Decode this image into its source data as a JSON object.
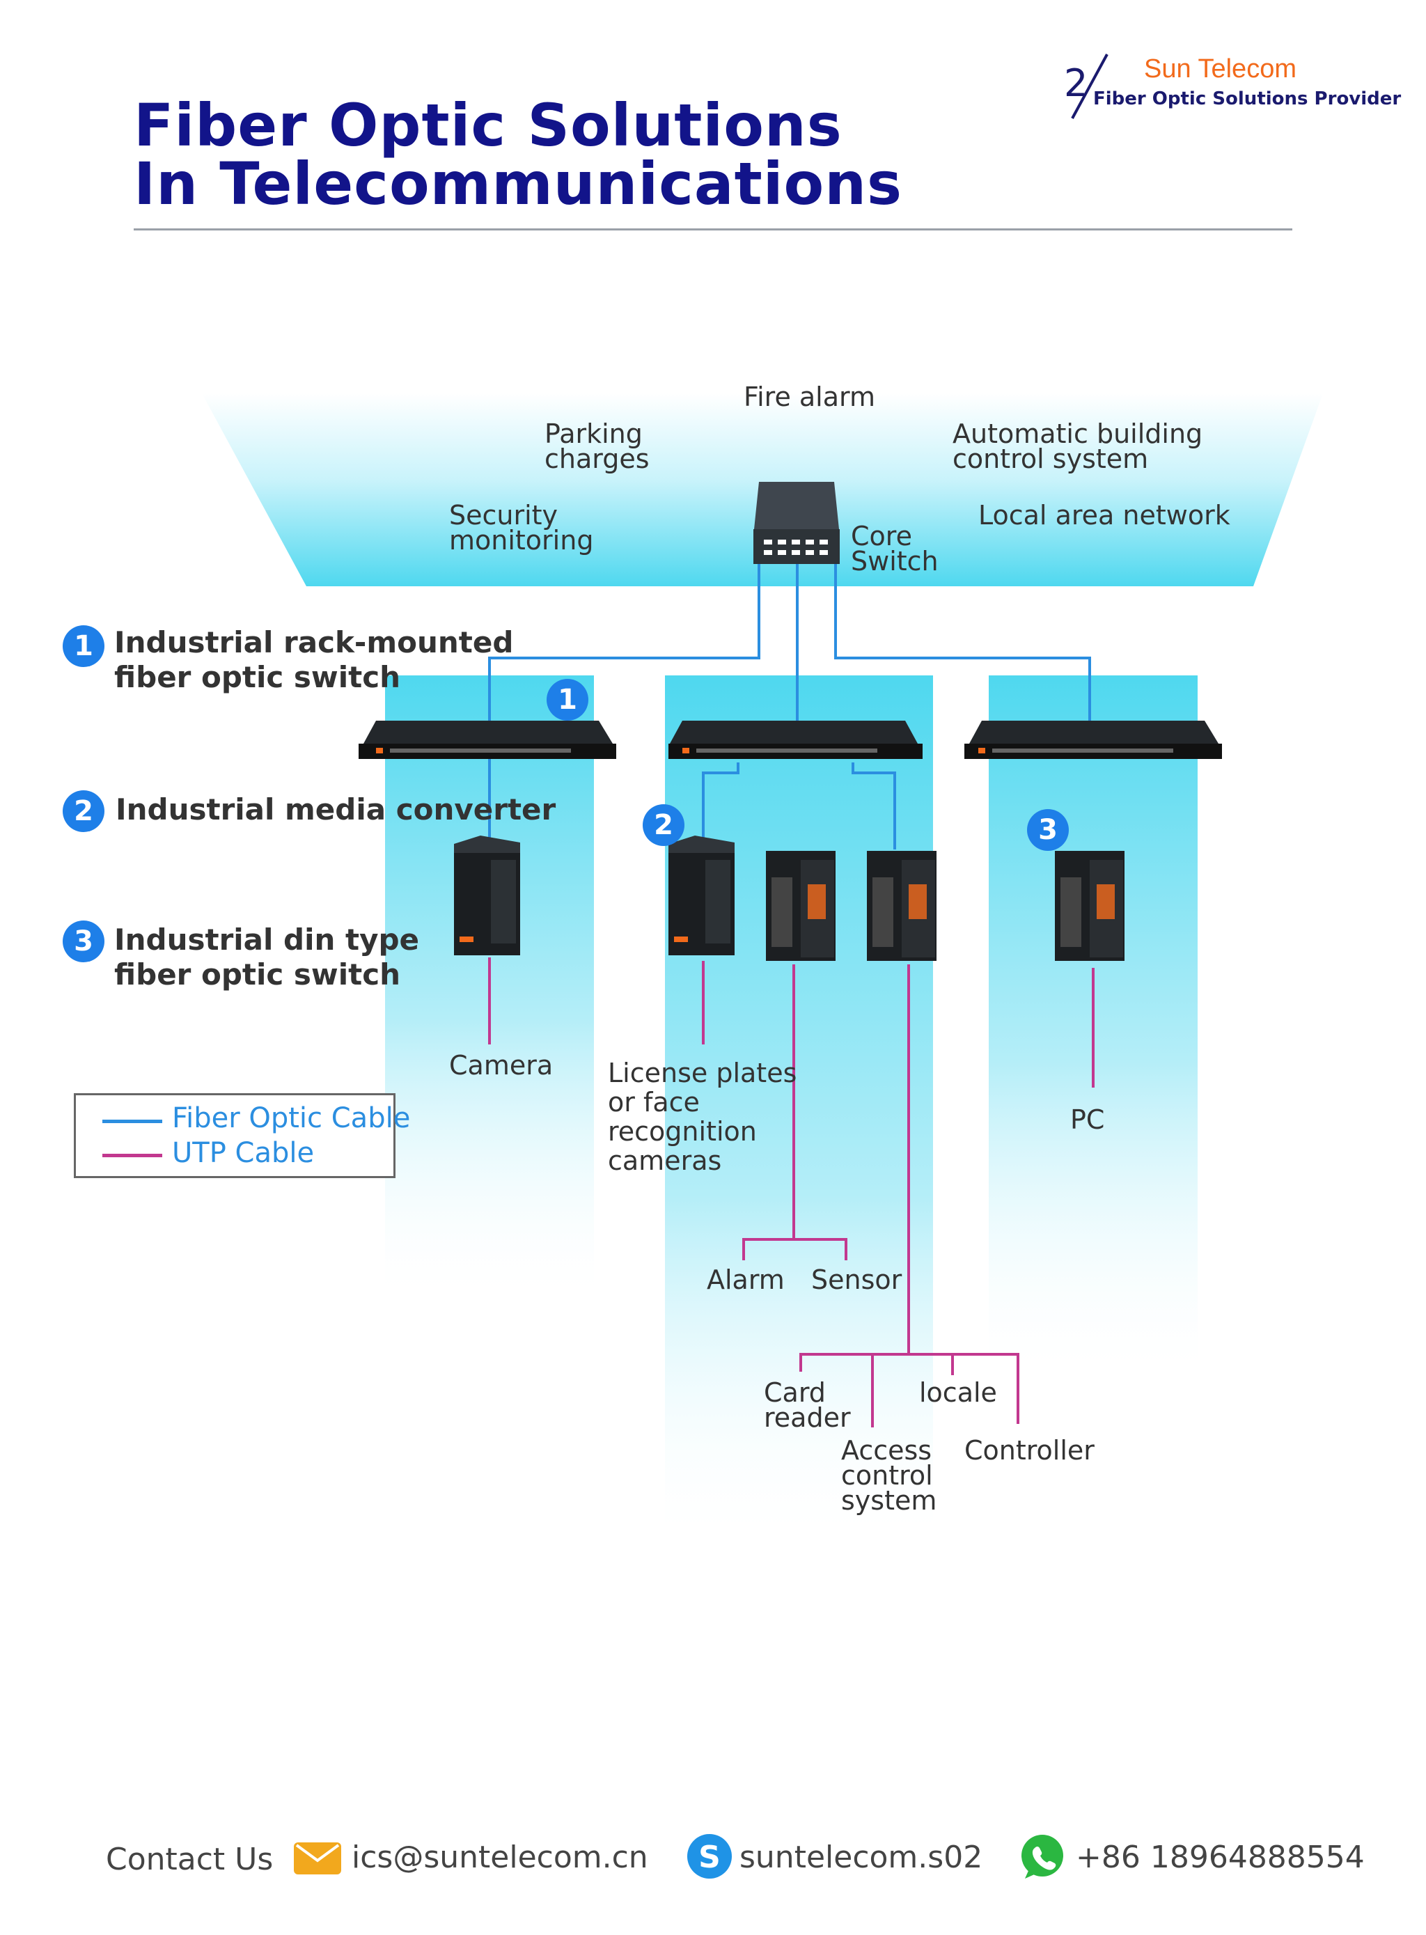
{
  "brand": {
    "name": "Sun Telecom",
    "tagline": "Fiber Optic Solutions Provider"
  },
  "title": {
    "line1": "Fiber Optic Solutions",
    "line2": "In Telecommunications"
  },
  "top_labels": {
    "fire_alarm": "Fire alarm",
    "parking": [
      "Parking",
      "charges"
    ],
    "automatic": [
      "Automatic building",
      "control system"
    ],
    "security": [
      "Security",
      "monitoring"
    ],
    "lan": "Local area network",
    "core_switch": [
      "Core",
      "Switch"
    ]
  },
  "legend": [
    {
      "num": "1",
      "lines": [
        "Industrial rack-mounted",
        "fiber optic switch"
      ]
    },
    {
      "num": "2",
      "lines": [
        "Industrial media converter"
      ]
    },
    {
      "num": "3",
      "lines": [
        "Industrial din type",
        "fiber optic switch"
      ]
    }
  ],
  "cables": {
    "fiber": {
      "label": "Fiber Optic Cable",
      "color": "#2b8ee0"
    },
    "utp": {
      "label": "UTP Cable",
      "color": "#c2388f"
    }
  },
  "endpoints": {
    "camera": "Camera",
    "license": [
      "License plates",
      "or face",
      "recognition",
      "cameras"
    ],
    "pc": "PC",
    "alarm": "Alarm",
    "sensor": "Sensor",
    "card_reader": [
      "Card",
      "reader"
    ],
    "locale": "locale",
    "access": [
      "Access",
      "control",
      "system"
    ],
    "controller": "Controller"
  },
  "footer": {
    "contact_label": "Contact Us",
    "email": "ics@suntelecom.cn",
    "skype": "suntelecom.s02",
    "phone": "+86 18964888554"
  },
  "colors": {
    "title": "#12148a",
    "brand": "#f26a1b",
    "badge": "#1e7fe8",
    "cyan": "#4fd8ef"
  }
}
